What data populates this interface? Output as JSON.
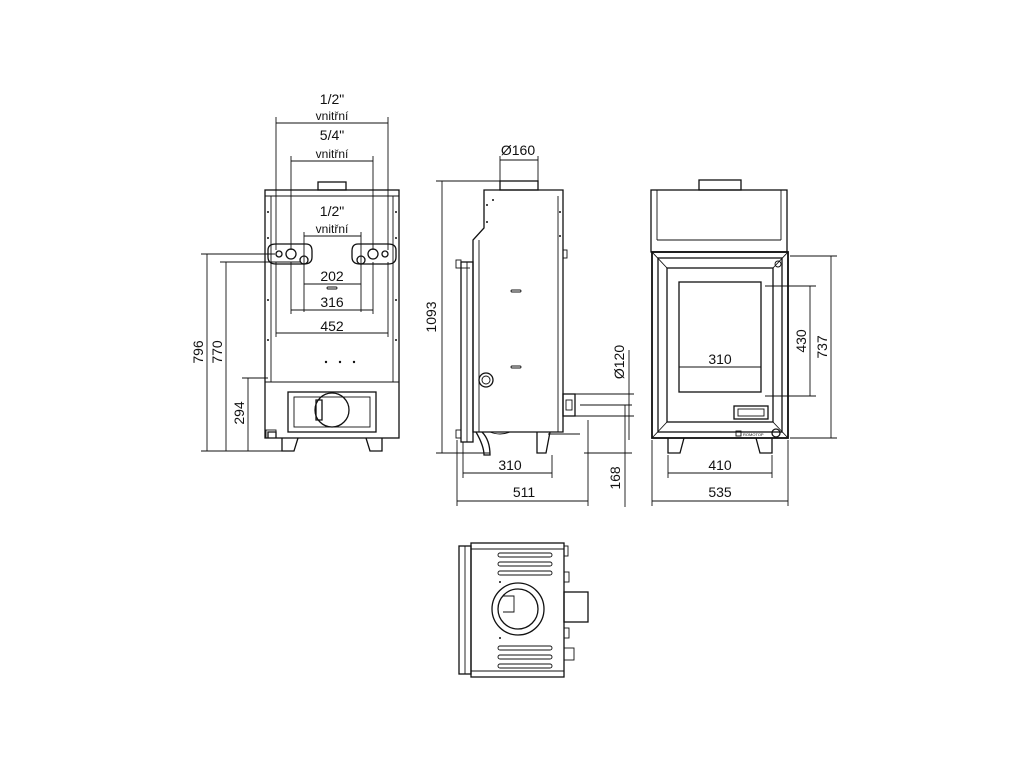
{
  "rear_view": {
    "top_fitting_size": "1/2\"",
    "top_fitting_note": "vnitřní",
    "mid_fitting_size": "5/4\"",
    "mid_fitting_note": "vnitřní",
    "inner_fitting_size": "1/2\"",
    "inner_fitting_note": "vnitřní",
    "dim_202": "202",
    "dim_316": "316",
    "dim_452": "452",
    "dim_796": "796",
    "dim_770": "770",
    "dim_294": "294"
  },
  "side_view": {
    "flue_diameter": "Ø160",
    "dim_1093": "1093",
    "inlet_diameter": "Ø120",
    "dim_310": "310",
    "dim_511": "511",
    "dim_168": "168"
  },
  "front_view": {
    "glass_width": "310",
    "dim_430": "430",
    "dim_737": "737",
    "dim_410": "410",
    "dim_535": "535",
    "brand_plate": "ROMOTOP"
  }
}
